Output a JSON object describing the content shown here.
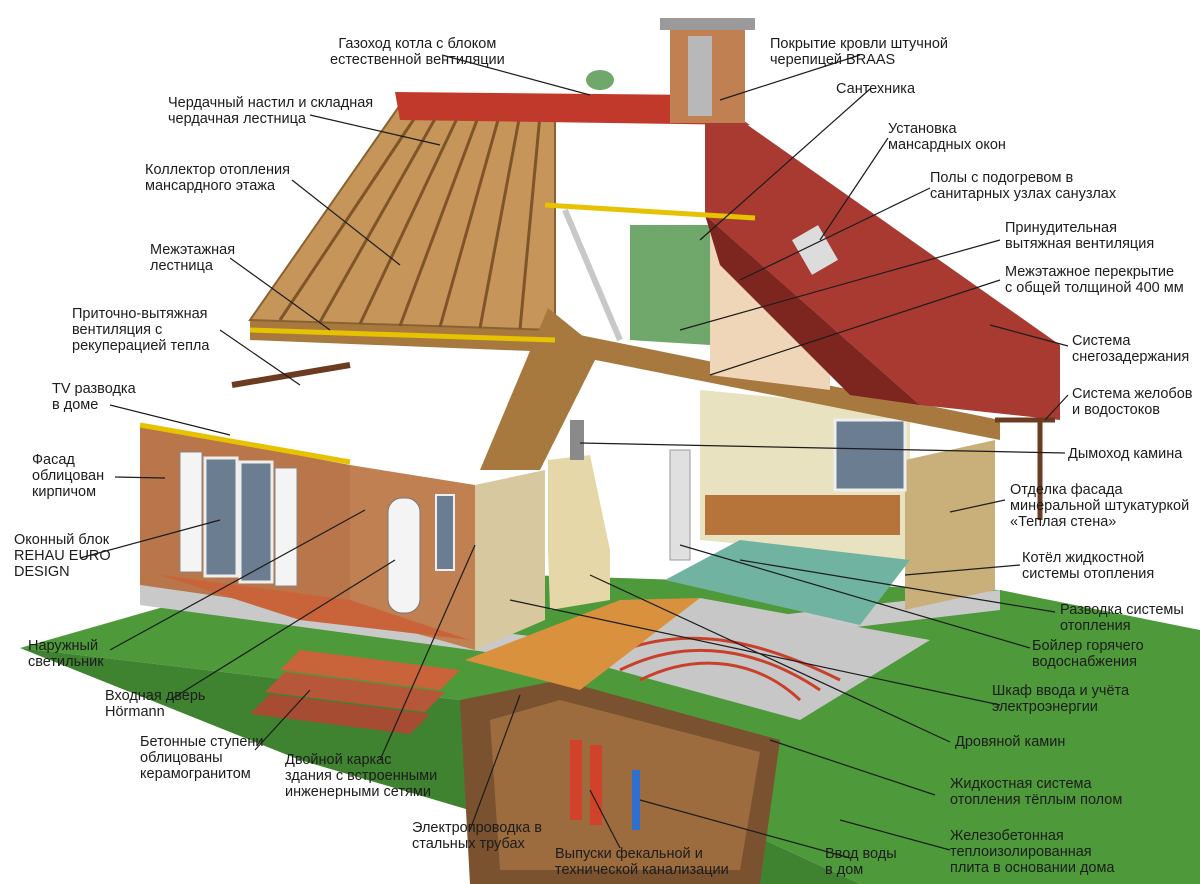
{
  "labels": {
    "flue": "Газоход котла с блоком\nестественной вентиляции",
    "roof_cover": "Покрытие кровли штучной\nчерепицей BRAAS",
    "attic_floor": "Чердачный настил и складная\nчердачная лестница",
    "plumbing": "Сантехника",
    "attic_windows": "Установка\nмансардных окон",
    "manifold": "Коллектор отопления\nмансардного этажа",
    "heated_floors": "Полы с подогревом в\nсанитарных узлах санузлах",
    "stair": "Межэтажная\nлестница",
    "forced_vent": "Принудительная\nвытяжная вентиляция",
    "floor_slab": "Межэтажное перекрытие\nс общей толщиной 400 мм",
    "recup_vent": "Приточно-вытяжная\nвентиляция с\nрекуперацией тепла",
    "snow_guard": "Система\nснегозадержания",
    "tv": "TV разводка\nв доме",
    "gutters": "Система желобов\nи водостоков",
    "fireplace_flue": "Дымоход камина",
    "brick_facade": "Фасад\nоблицован\nкирпичом",
    "plaster_facade": "Отделка фасада\nминеральной штукатуркой\n«Теплая стена»",
    "window_block": "Оконный блок\nREHAU EURO\nDESIGN",
    "boiler": "Котёл жидкостной\nсистемы отопления",
    "heating_pipes": "Разводка системы\nотопления",
    "outdoor_light": "Наружный\nсветильник",
    "hot_water": "Бойлер горячего\nводоснабжения",
    "entrance_door": "Входная дверь\nHörmann",
    "elec_cabinet": "Шкаф ввода и учёта\nэлектроэнергии",
    "concrete_steps": "Бетонные ступени\nоблицованы\nкерамогранитом",
    "double_frame": "Двойной каркас\nздания с встроенными\nинженерными сетями",
    "wood_fireplace": "Дровяной камин",
    "floor_heating": "Жидкостная система\nотопления тёплым полом",
    "steel_wiring": "Электропроводка в\nстальных трубах",
    "sewage": "Выпуски фекальной и\nтехнической канализации",
    "water_inlet": "Ввод воды\nв дом",
    "base_slab": "Железобетонная\nтеплоизолированная\nплита в основании дома"
  },
  "colors": {
    "roof": "#a83a32",
    "roof_dark": "#7d2620",
    "wood": "#a8793e",
    "brick": "#b8764a",
    "grass": "#4e9a3a",
    "leader": "#1c1c1c",
    "text": "#1c1c1c"
  }
}
